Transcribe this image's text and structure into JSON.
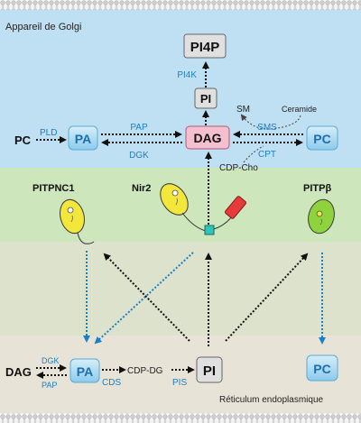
{
  "regions": {
    "golgi_label": "Appareil de Golgi",
    "er_label": "Réticulum endoplasmique"
  },
  "golgi": {
    "pi4p": "PI4P",
    "pi4k": "PI4K",
    "pi": "PI",
    "sm": "SM",
    "ceramide": "Ceramide",
    "pc_left": "PC",
    "pld": "PLD",
    "pa": "PA",
    "pap": "PAP",
    "dgk": "DGK",
    "dag": "DAG",
    "sms": "SMS",
    "cpt": "CPT",
    "cdp_cho": "CDP-Cho",
    "pc_right": "PC"
  },
  "cytosol": {
    "pitpnc1": "PITPNC1",
    "nir2": "Nir2",
    "pitpb": "PITPβ"
  },
  "er": {
    "dag": "DAG",
    "dgk": "DGK",
    "pap": "PAP",
    "pa": "PA",
    "cds": "CDS",
    "cdp_dg": "CDP-DG",
    "pis": "PIS",
    "pi": "PI",
    "pc": "PC"
  },
  "colors": {
    "golgi_bg": "#bfe0f3",
    "cytosol_bg": "#cde6bb",
    "er_bg": "#e7e3d6",
    "membrane": "#d9d9d9",
    "lipid_box": "#9fd3ef",
    "lipid_text": "#1a6fb0",
    "enzyme_text": "#1a7fc4",
    "dag_box": "#f4bfcf",
    "pi_box": "#e0e0e0",
    "blue_arrow": "#1a7fc4",
    "black_arrow": "#111111",
    "yellow_protein": "#f2e73a",
    "green_protein": "#8fd33c",
    "red_domain": "#e83a3a",
    "teal_domain": "#2ec4b6"
  }
}
